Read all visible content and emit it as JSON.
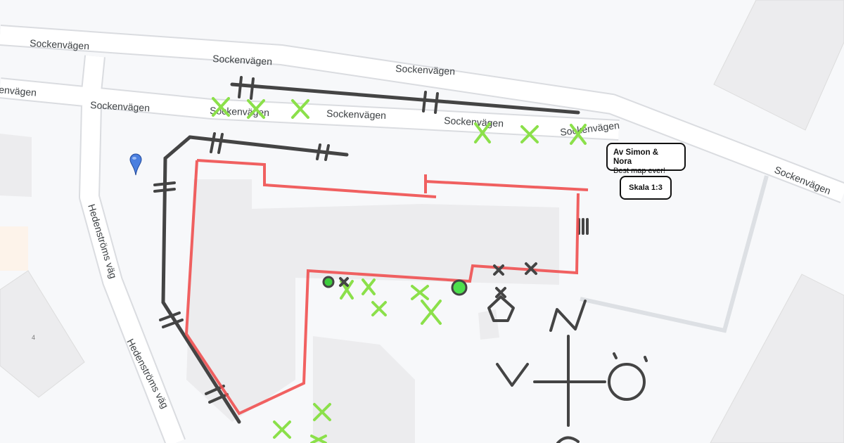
{
  "map": {
    "streets": {
      "sockenvagen": "Sockenvägen",
      "sockenvagen_partial": "envägen",
      "hedenstroms": "Hedenströms väg"
    },
    "building_number": "4",
    "credit": {
      "title": "Av Simon & Nora",
      "subtitle": "Best map ever!"
    },
    "scale_label": "Skala 1:3",
    "colors": {
      "wall": "#444444",
      "red_line": "#f05050",
      "green_mark": "#8be04a",
      "marker": "#4a7fe0"
    }
  }
}
